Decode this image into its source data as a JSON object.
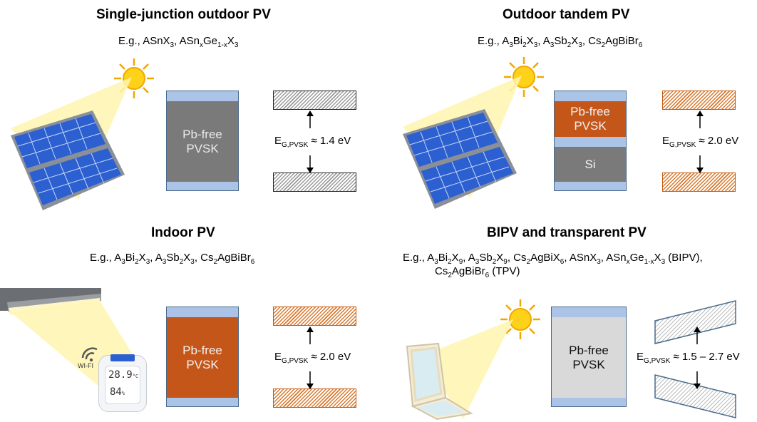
{
  "panels": {
    "single_junction": {
      "title": "Single-junction outdoor PV",
      "examples": [
        {
          "t": "E.g., ASnX"
        },
        {
          "s": "3"
        },
        {
          "t": ", ASn"
        },
        {
          "s": "x"
        },
        {
          "t": "Ge"
        },
        {
          "s": "1-x"
        },
        {
          "t": "X"
        },
        {
          "s": "3"
        }
      ],
      "stack_label": [
        "Pb-free",
        "PVSK"
      ],
      "eg_main": "E",
      "eg_sub": "G,PVSK",
      "eg_value": "≈ 1.4 eV"
    },
    "outdoor_tandem": {
      "title": "Outdoor tandem PV",
      "examples": [
        {
          "t": "E.g., A"
        },
        {
          "s": "3"
        },
        {
          "t": "Bi"
        },
        {
          "s": "2"
        },
        {
          "t": "X"
        },
        {
          "s": "3"
        },
        {
          "t": ", A"
        },
        {
          "s": "3"
        },
        {
          "t": "Sb"
        },
        {
          "s": "2"
        },
        {
          "t": "X"
        },
        {
          "s": "3"
        },
        {
          "t": ",  Cs"
        },
        {
          "s": "2"
        },
        {
          "t": "AgBiBr"
        },
        {
          "s": "6"
        }
      ],
      "top_label": [
        "Pb-free",
        "PVSK"
      ],
      "bottom_label": "Si",
      "eg_main": "E",
      "eg_sub": "G,PVSK",
      "eg_value": "≈ 2.0 eV"
    },
    "indoor": {
      "title": "Indoor PV",
      "examples": [
        {
          "t": "E.g., A"
        },
        {
          "s": "3"
        },
        {
          "t": "Bi"
        },
        {
          "s": "2"
        },
        {
          "t": "X"
        },
        {
          "s": "3"
        },
        {
          "t": ", A"
        },
        {
          "s": "3"
        },
        {
          "t": "Sb"
        },
        {
          "s": "2"
        },
        {
          "t": "X"
        },
        {
          "s": "3"
        },
        {
          "t": ",  Cs"
        },
        {
          "s": "2"
        },
        {
          "t": "AgBiBr"
        },
        {
          "s": "6"
        }
      ],
      "stack_label": [
        "Pb-free",
        "PVSK"
      ],
      "eg_main": "E",
      "eg_sub": "G,PVSK",
      "eg_value": "≈ 2.0 eV",
      "wifi_label": "WI-FI",
      "sensor_temp": "28.9",
      "sensor_hum": "84",
      "sensor_unit_t": "°C",
      "sensor_unit_h": "%"
    },
    "bipv": {
      "title": "BIPV and transparent PV",
      "examples_line1": [
        {
          "t": "E.g., A"
        },
        {
          "s": "3"
        },
        {
          "t": "Bi"
        },
        {
          "s": "2"
        },
        {
          "t": "X"
        },
        {
          "s": "9"
        },
        {
          "t": ", A"
        },
        {
          "s": "3"
        },
        {
          "t": "Sb"
        },
        {
          "s": "2"
        },
        {
          "t": "X"
        },
        {
          "s": "9"
        },
        {
          "t": ", Cs"
        },
        {
          "s": "2"
        },
        {
          "t": "AgBiX"
        },
        {
          "s": "6"
        },
        {
          "t": ", ASnX"
        },
        {
          "s": "3"
        },
        {
          "t": ", ASn"
        },
        {
          "s": "x"
        },
        {
          "t": "Ge"
        },
        {
          "s": "1-x"
        },
        {
          "t": "X"
        },
        {
          "s": "3"
        },
        {
          "t": " (BIPV),"
        }
      ],
      "examples_line2": [
        {
          "t": "Cs"
        },
        {
          "s": "2"
        },
        {
          "t": "AgBiBr"
        },
        {
          "s": "6"
        },
        {
          "t": " (TPV)"
        }
      ],
      "stack_label": [
        "Pb-free",
        "PVSK"
      ],
      "eg_main": "E",
      "eg_sub": "G,PVSK",
      "eg_value": "≈ 1.5 – 2.7 eV"
    }
  },
  "colors": {
    "ctl": "#aac3e6",
    "pvsk_gray": "#7a7a7a",
    "pvsk_orange": "#c5561a",
    "pvsk_light": "#d9d9d9",
    "sun": "#ffd21a",
    "panel_blue": "#1f4fbf"
  }
}
